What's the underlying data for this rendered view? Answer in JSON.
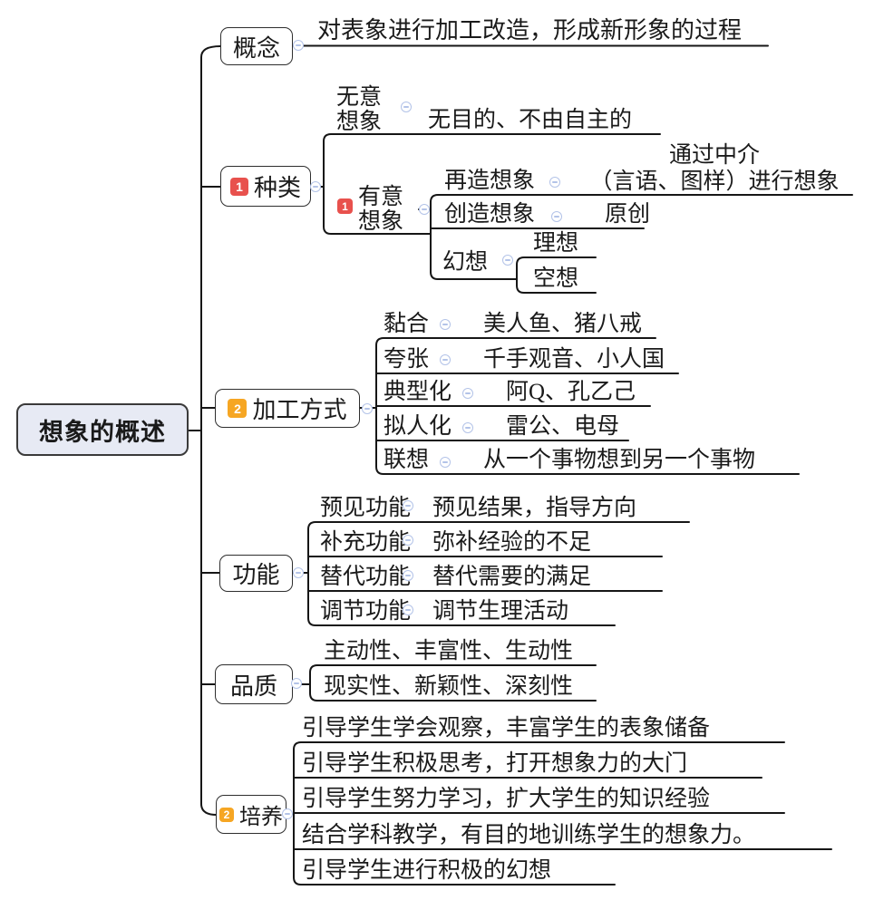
{
  "root": {
    "label": "想象的概述"
  },
  "branches": [
    {
      "label": "概念",
      "children": [
        {
          "label": "对表象进行加工改造，形成新形象的过程"
        }
      ]
    },
    {
      "label": "种类",
      "badge": "1",
      "children": [
        {
          "label": "无意\n想象",
          "children": [
            {
              "label": "无目的、不由自主的"
            }
          ]
        },
        {
          "label": "有意\n想象",
          "badge": "1",
          "children": [
            {
              "label": "再造想象",
              "children": [
                {
                  "label": "通过中介\n（言语、图样）进行想象"
                }
              ]
            },
            {
              "label": "创造想象",
              "children": [
                {
                  "label": "原创"
                }
              ]
            },
            {
              "label": "幻想",
              "children": [
                {
                  "label": "理想"
                },
                {
                  "label": "空想"
                }
              ]
            }
          ]
        }
      ]
    },
    {
      "label": "加工方式",
      "badge": "2",
      "children": [
        {
          "label": "黏合",
          "children": [
            {
              "label": "美人鱼、猪八戒"
            }
          ]
        },
        {
          "label": "夸张",
          "children": [
            {
              "label": "千手观音、小人国"
            }
          ]
        },
        {
          "label": "典型化",
          "children": [
            {
              "label": "阿Q、孔乙己"
            }
          ]
        },
        {
          "label": "拟人化",
          "children": [
            {
              "label": "雷公、电母"
            }
          ]
        },
        {
          "label": "联想",
          "children": [
            {
              "label": "从一个事物想到另一个事物"
            }
          ]
        }
      ]
    },
    {
      "label": "功能",
      "children": [
        {
          "label": "预见功能",
          "children": [
            {
              "label": "预见结果，指导方向"
            }
          ]
        },
        {
          "label": "补充功能",
          "children": [
            {
              "label": "弥补经验的不足"
            }
          ]
        },
        {
          "label": "替代功能",
          "children": [
            {
              "label": "替代需要的满足"
            }
          ]
        },
        {
          "label": "调节功能",
          "children": [
            {
              "label": "调节生理活动"
            }
          ]
        }
      ]
    },
    {
      "label": "品质",
      "children": [
        {
          "label": "主动性、丰富性、生动性"
        },
        {
          "label": "现实性、新颖性、深刻性"
        }
      ]
    },
    {
      "label": "培养",
      "badge": "2",
      "children": [
        {
          "label": "引导学生学会观察，丰富学生的表象储备"
        },
        {
          "label": "引导学生积极思考，打开想象力的大门"
        },
        {
          "label": "引导学生努力学习，扩大学生的知识经验"
        },
        {
          "label": "结合学科教学，有目的地训练学生的想象力。"
        },
        {
          "label": "引导学生进行积极的幻想"
        }
      ]
    }
  ],
  "colors": {
    "line": "#161616",
    "badge_red": "#e8514d",
    "badge_orange": "#f6a623",
    "collapse_icon": "#b3c3e8",
    "root_fill": "#e7eaf4"
  }
}
